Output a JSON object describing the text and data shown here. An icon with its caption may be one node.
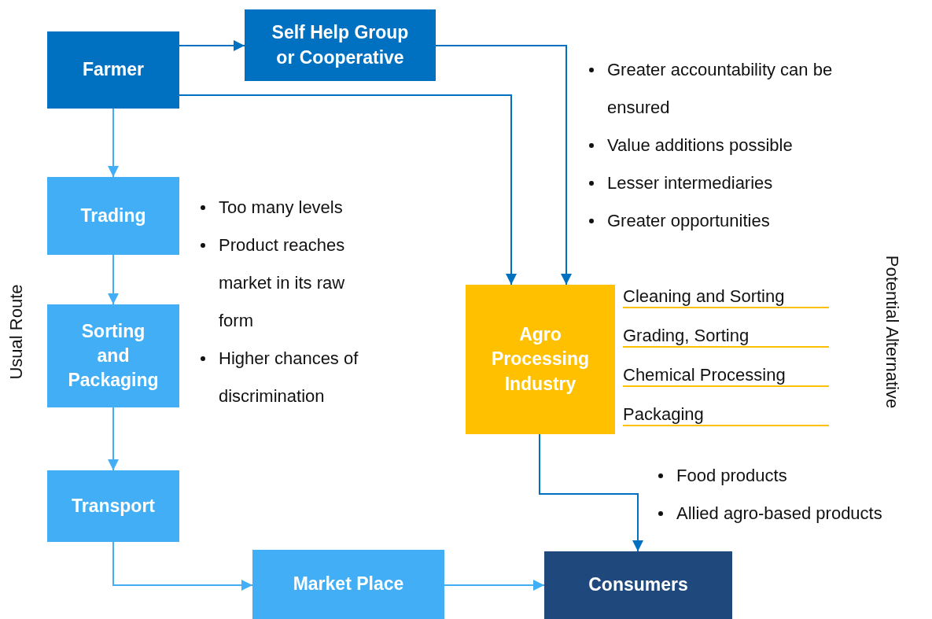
{
  "diagram": {
    "nodes": [
      {
        "text": [
          "Farmer"
        ]
      },
      {
        "text": [
          "Self Help Group or Cooperative"
        ]
      },
      {
        "text": [
          "Trading"
        ]
      },
      {
        "text": [
          "Sorting and Packaging"
        ]
      },
      {
        "text": [
          "Transport"
        ]
      },
      {
        "text": [
          "Agro Processing Industry"
        ],
        "beside": [
          "Cleaning and Sorting",
          "Grading, Sorting",
          "Chemical Processing",
          "Packaging"
        ]
      },
      {
        "text": [
          "Market Place"
        ]
      },
      {
        "text": [
          "Consumers"
        ]
      }
    ],
    "edges": [
      {
        "from": 0,
        "to": 1,
        "arrow": "to",
        "color": "#0070c0"
      },
      {
        "from": 0,
        "to": 5,
        "arrow": "to",
        "color": "#0070c0"
      },
      {
        "from": 1,
        "to": 5,
        "arrow": "to",
        "color": "#0070c0"
      },
      {
        "from": 0,
        "to": 2,
        "arrow": "to"
      },
      {
        "from": 2,
        "to": 3,
        "arrow": "to"
      },
      {
        "from": 3,
        "to": 4,
        "arrow": "to"
      },
      {
        "from": 4,
        "to": 6,
        "arrow": "to"
      },
      {
        "from": 6,
        "to": 7,
        "arrow": "to"
      },
      {
        "from": 5,
        "to": 7,
        "arrow": "to",
        "color": "#0070c0"
      }
    ],
    "labels": [
      "Greater accountability can be ensured",
      "Value additions possible",
      "Lesser intermediaries",
      "Greater opportunities",
      "Usual Route",
      "Too many levels",
      "Product reaches market in its raw form",
      "Higher chances of discrimination",
      "Potential Alternative",
      "Food products",
      "Allied agro-based products"
    ]
  }
}
